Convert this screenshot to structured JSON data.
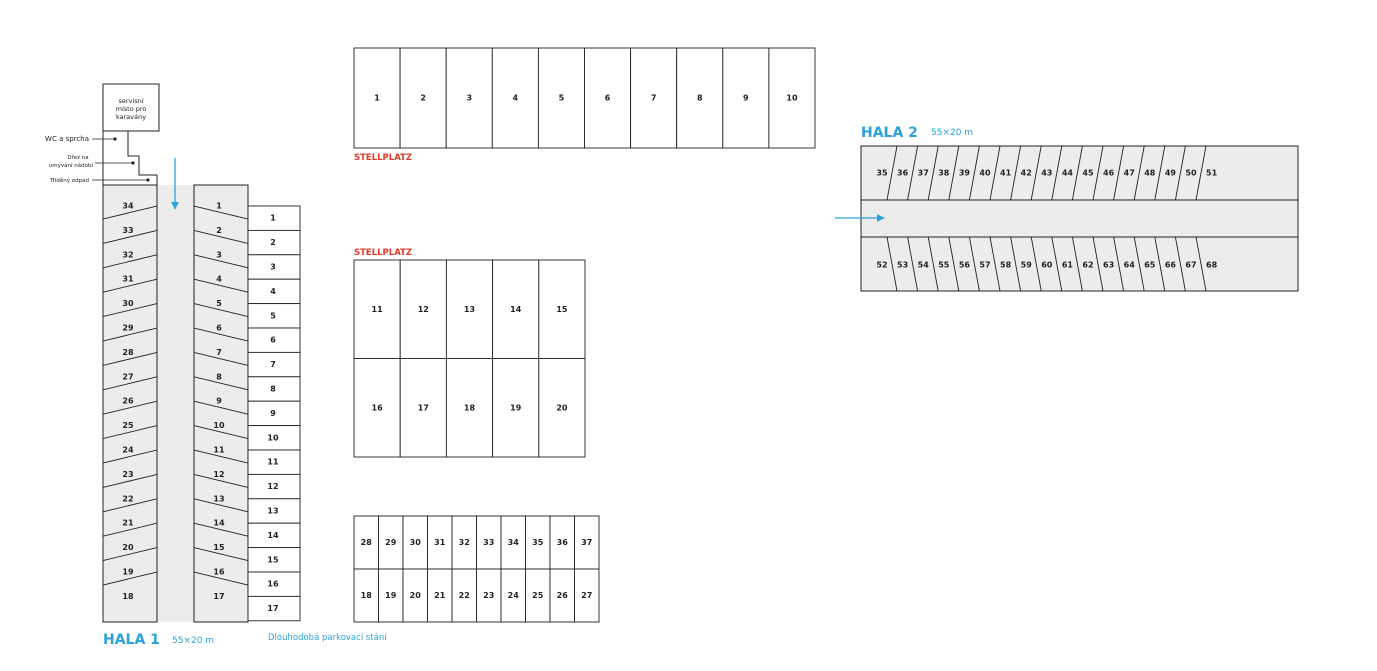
{
  "colors": {
    "accent_blue": "#2aa3dc",
    "accent_red": "#e2382a",
    "stroke": "#222222",
    "fill_grey": "#ececec"
  },
  "hala1": {
    "title": "HALA 1",
    "size": "55×20 m",
    "left_spaces": [
      "34",
      "33",
      "32",
      "31",
      "30",
      "29",
      "28",
      "27",
      "26",
      "25",
      "24",
      "23",
      "22",
      "21",
      "20",
      "19",
      "18"
    ],
    "right_spaces": [
      "1",
      "2",
      "3",
      "4",
      "5",
      "6",
      "7",
      "8",
      "9",
      "10",
      "11",
      "12",
      "13",
      "14",
      "15",
      "16",
      "17"
    ]
  },
  "service": {
    "box_lines": [
      "servisní",
      "místo pro",
      "karavány"
    ],
    "wc": "WC a sprcha",
    "sink_lines": [
      "Dřez na",
      "umývání nádobí"
    ],
    "waste": "Tříděný odpad"
  },
  "long_term": {
    "label": "Dlouhodobá parkovací stání",
    "spaces": [
      "1",
      "2",
      "3",
      "4",
      "5",
      "6",
      "7",
      "8",
      "9",
      "10",
      "11",
      "12",
      "13",
      "14",
      "15",
      "16",
      "17"
    ]
  },
  "stellplatz_top": {
    "label": "STELLPLATZ",
    "spaces": [
      "1",
      "2",
      "3",
      "4",
      "5",
      "6",
      "7",
      "8",
      "9",
      "10"
    ]
  },
  "stellplatz_mid": {
    "label": "STELLPLATZ",
    "row1": [
      "11",
      "12",
      "13",
      "14",
      "15"
    ],
    "row2": [
      "16",
      "17",
      "18",
      "19",
      "20"
    ]
  },
  "bottom_block": {
    "row1": [
      "28",
      "29",
      "30",
      "31",
      "32",
      "33",
      "34",
      "35",
      "36",
      "37"
    ],
    "row2": [
      "18",
      "19",
      "20",
      "21",
      "22",
      "23",
      "24",
      "25",
      "26",
      "27"
    ]
  },
  "hala2": {
    "title": "HALA 2",
    "size": "55×20 m",
    "top_spaces": [
      "35",
      "36",
      "37",
      "38",
      "39",
      "40",
      "41",
      "42",
      "43",
      "44",
      "45",
      "46",
      "47",
      "48",
      "49",
      "50",
      "51"
    ],
    "bottom_spaces": [
      "52",
      "53",
      "54",
      "55",
      "56",
      "57",
      "58",
      "59",
      "60",
      "61",
      "62",
      "63",
      "64",
      "65",
      "66",
      "67",
      "68"
    ]
  }
}
